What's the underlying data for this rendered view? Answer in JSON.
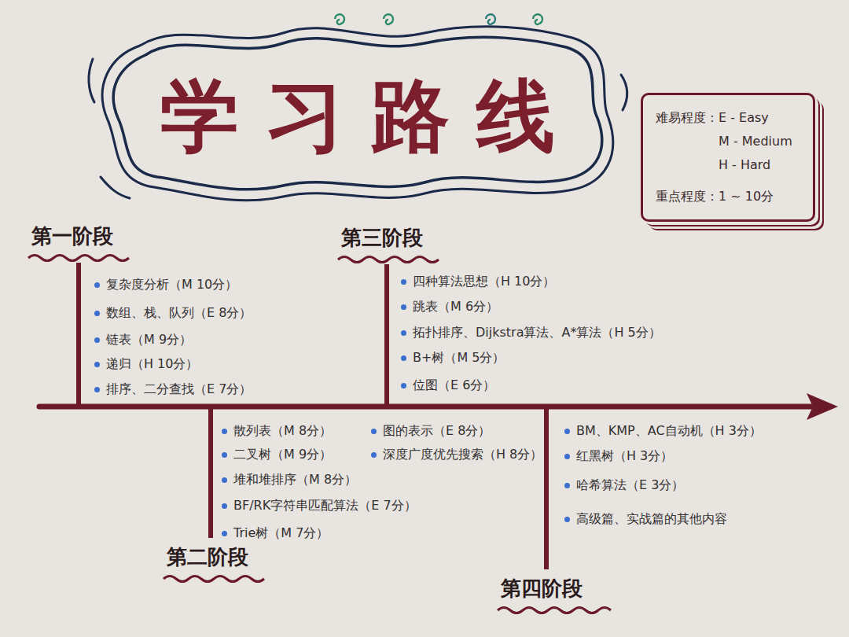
{
  "diagram": {
    "title": "学习路线",
    "nodes": [
      {
        "text": [
          "难易程度：E - Easy",
          "M - Medium",
          "H - Hard",
          "重点程度：1 ~ 10分"
        ]
      }
    ],
    "labels": [
      "第一阶段",
      "复杂度分析（M 10分）",
      "数组、栈、队列（E 8分）",
      "链表（M 9分）",
      "递归（H 10分）",
      "排序、二分查找（E 7分）",
      "第三阶段",
      "四种算法思想（H 10分）",
      "跳表（M 6分）",
      "拓扑排序、Dijkstra算法、A*算法（H 5分）",
      "B+树（M 5分）",
      "位图（E 6分）",
      "散列表（M 8分）",
      "二叉树（M 9分）",
      "堆和堆排序（M 8分）",
      "BF/RK字符串匹配算法（E 7分）",
      "Trie树（M 7分）",
      "图的表示（E 8分）",
      "深度广度优先搜索（H 8分）",
      "第二阶段",
      "BM、KMP、AC自动机（H 3分）",
      "红黑树（H 3分）",
      "哈希算法（E 3分）",
      "高级篇、实战篇的其他内容",
      "第四阶段"
    ]
  }
}
